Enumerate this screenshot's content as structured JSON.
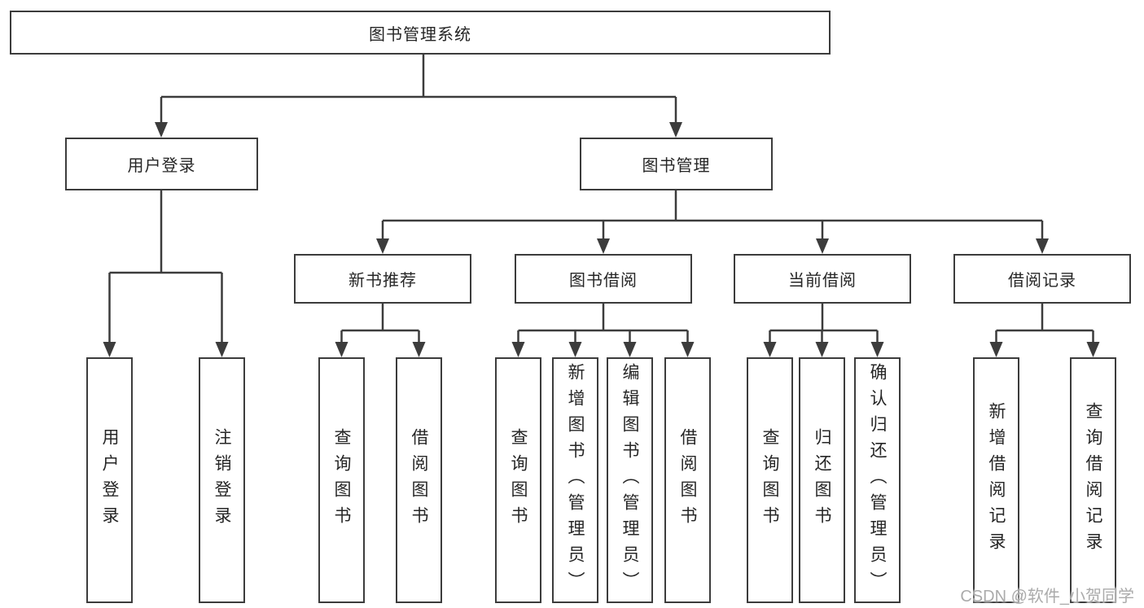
{
  "watermark": "CSDN @软件_小贺同学",
  "colors": {
    "line": "#3c3c3c",
    "text": "#262626",
    "watermark": "#ababab",
    "background": "#ffffff"
  },
  "tree": {
    "label": "图书管理系统",
    "children": [
      {
        "label": "用户登录",
        "children": [
          {
            "label": "用户登录"
          },
          {
            "label": "注销登录"
          }
        ]
      },
      {
        "label": "图书管理",
        "children": [
          {
            "label": "新书推荐",
            "children": [
              {
                "label": "查询图书"
              },
              {
                "label": "借阅图书"
              }
            ]
          },
          {
            "label": "图书借阅",
            "children": [
              {
                "label": "查询图书"
              },
              {
                "label": "新增图书（管理员）"
              },
              {
                "label": "编辑图书（管理员）"
              },
              {
                "label": "借阅图书"
              }
            ]
          },
          {
            "label": "当前借阅",
            "children": [
              {
                "label": "查询图书"
              },
              {
                "label": "归还图书"
              },
              {
                "label": "确认归还（管理员）"
              }
            ]
          },
          {
            "label": "借阅记录",
            "children": [
              {
                "label": "新增借阅记录"
              },
              {
                "label": "查询借阅记录"
              }
            ]
          }
        ]
      }
    ]
  }
}
